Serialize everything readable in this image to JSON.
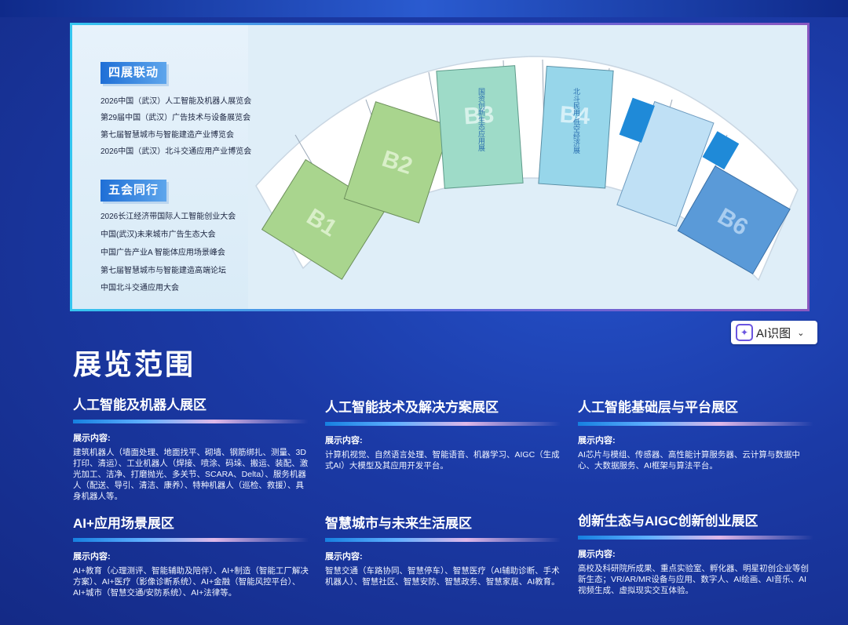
{
  "left_panel": {
    "tag1": "四展联动",
    "lines1": [
      "2026中国（武汉）人工智能及机器人展览会",
      "第29届中国（武汉）广告技术与设备展览会",
      "第七届智慧城市与智能建造产业博览会",
      "2026中国（武汉）北斗交通应用产业博览会"
    ],
    "tag2": "五会同行",
    "lines2": [
      "2026长江经济带国际人工智能创业大会",
      "中国(武汉)未来城市广告生态大会",
      "中国广告产业A 智能体应用场景峰会",
      "第七届智慧城市与智能建造高端论坛",
      "中国北斗交通应用大会"
    ]
  },
  "halls": {
    "B1": "B1",
    "B2": "B2",
    "B3": "B3",
    "B4": "B4",
    "B6": "B6",
    "b3_name": "国资创新生态应用展",
    "b4_name": "北斗民用·低空经济展"
  },
  "ai_button": {
    "label": "AI识图",
    "icon": "sparkle-icon"
  },
  "title": "展览范围",
  "sections": [
    {
      "heading": "人工智能及机器人展区",
      "label": "展示内容:",
      "text": "建筑机器人（墙面处理、地面找平、砌墙、钢筋绑扎、测量、3D打印、清运）、工业机器人（焊接、喷涂、码垛、搬运、装配、激光加工、洁净、打磨抛光、多关节、SCARA、Delta）、服务机器人（配送、导引、清洁、康养）、特种机器人（巡检、救援）、具身机器人等。"
    },
    {
      "heading": "人工智能技术及解决方案展区",
      "label": "展示内容:",
      "text": "计算机视觉、自然语言处理、智能语音、机器学习、AIGC（生成式AI）大模型及其应用开发平台。"
    },
    {
      "heading": "人工智能基础层与平台展区",
      "label": "展示内容:",
      "text": "AI芯片与模组、传感器、高性能计算服务器、云计算与数据中心、大数据服务、AI框架与算法平台。"
    },
    {
      "heading": "AI+应用场景展区",
      "label": "展示内容:",
      "text": "AI+教育（心理测评、智能辅助及陪伴）、AI+制造（智能工厂解决方案）、AI+医疗（影像诊断系统）、AI+金融（智能风控平台）、AI+城市（智慧交通/安防系统）、AI+法律等。"
    },
    {
      "heading": "智慧城市与未来生活展区",
      "label": "展示内容:",
      "text": "智慧交通（车路协同、智慧停车）、智慧医疗（AI辅助诊断、手术机器人）、智慧社区、智慧安防、智慧政务、智慧家居、AI教育。"
    },
    {
      "heading": "创新生态与AIGC创新创业展区",
      "label": "展示内容:",
      "text": "高校及科研院所成果、重点实验室、孵化器、明星初创企业等创新生态；VR/AR/MR设备与应用、数字人、AI绘画、AI音乐、AI视频生成、虚拟现实交互体验。"
    }
  ],
  "colors": {
    "background": "#1a3aa8",
    "accent": "#1680e0"
  }
}
